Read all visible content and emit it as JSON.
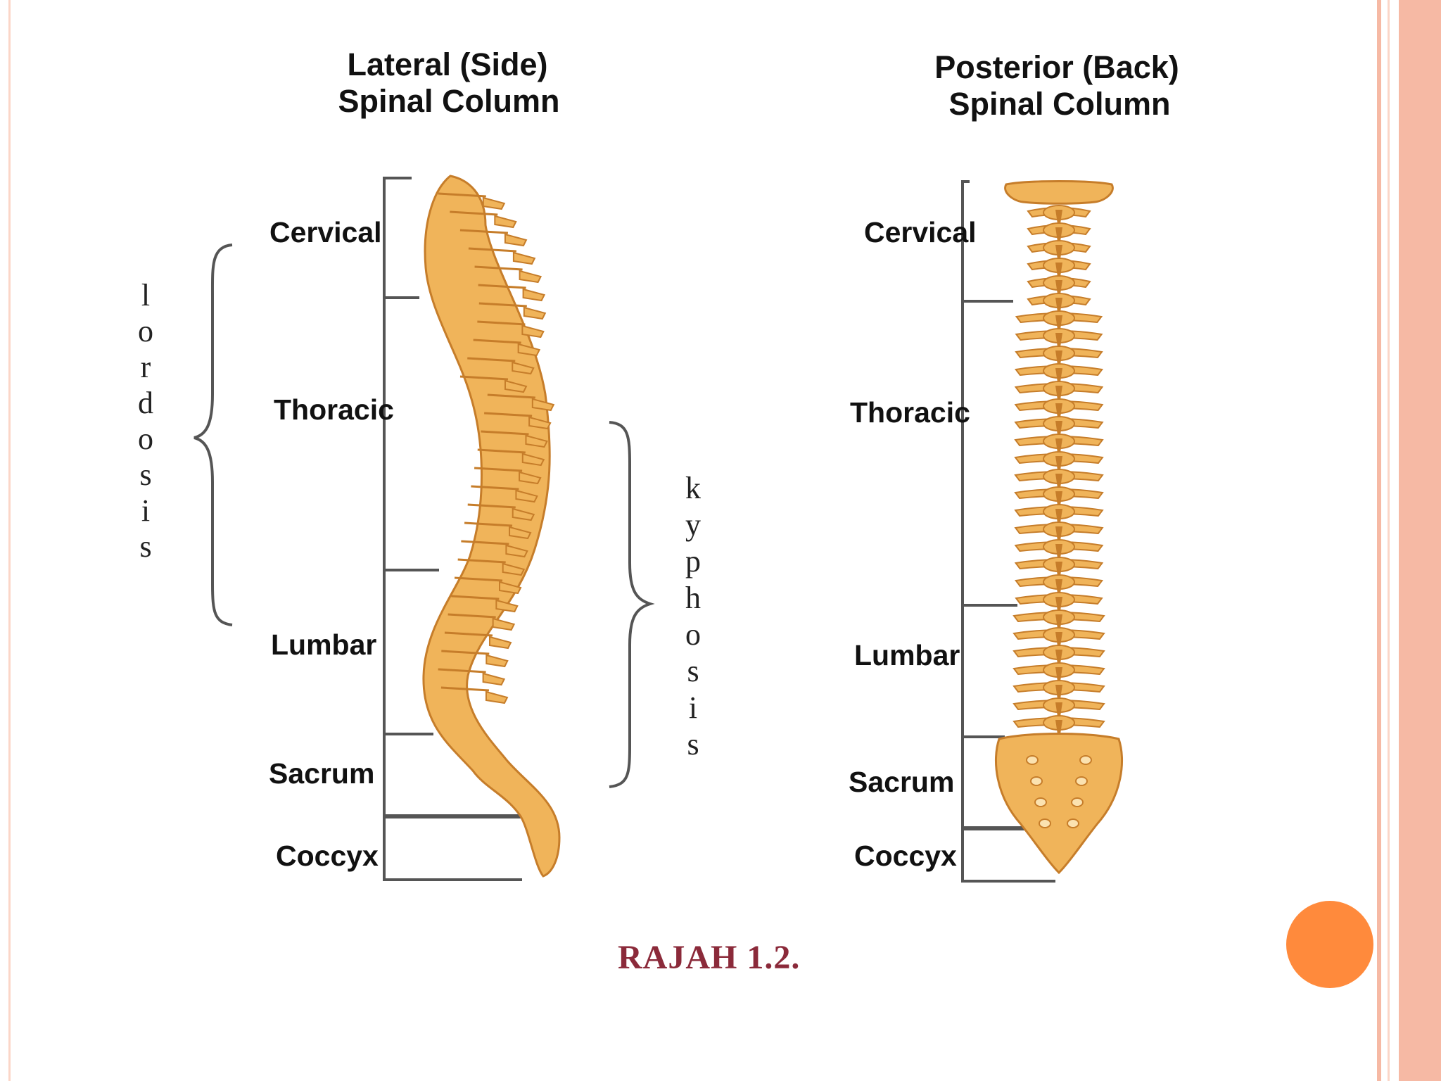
{
  "colors": {
    "frame_outer": "#f6b9a4",
    "frame_inner": "#fbd6c8",
    "bone_fill": "#f0b45a",
    "bone_edge": "#c67d2a",
    "bone_light": "#fbe2b0",
    "bracket": "#555555",
    "caption": "#8b2a3a",
    "orb": "#ff8a3c"
  },
  "lateral": {
    "title_line1": "Lateral (Side)",
    "title_line2": "Spinal Column",
    "regions": [
      "Cervical",
      "Thoracic",
      "Lumbar",
      "Sacrum",
      "Coccyx"
    ]
  },
  "posterior": {
    "title_line1": "Posterior (Back)",
    "title_line2": "Spinal Column",
    "regions": [
      "Cervical",
      "Thoracic",
      "Lumbar",
      "Sacrum",
      "Coccyx"
    ]
  },
  "curves": {
    "lordosis": [
      "l",
      "o",
      "r",
      "d",
      "o",
      "s",
      "i",
      "s"
    ],
    "kyphosis": [
      "k",
      "y",
      "p",
      "h",
      "o",
      "s",
      "i",
      "s"
    ]
  },
  "caption": "RAJAH 1.2."
}
